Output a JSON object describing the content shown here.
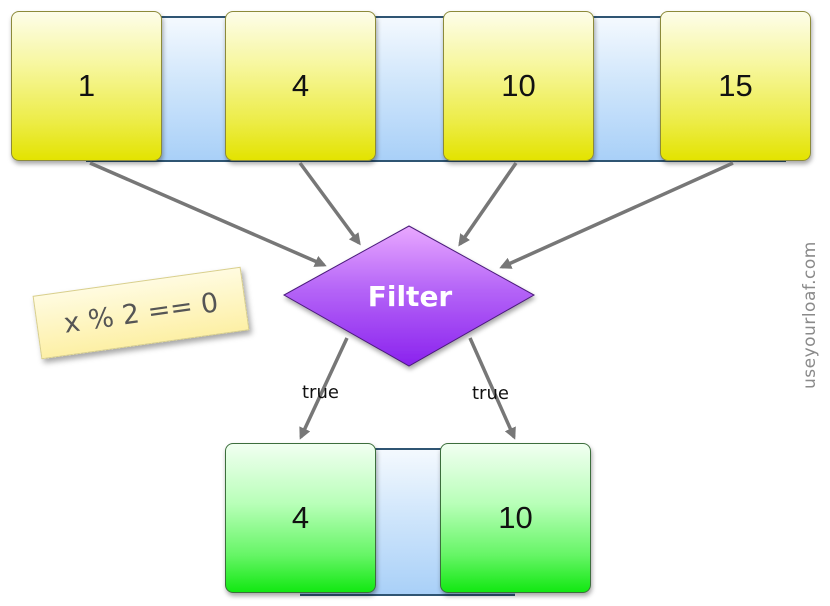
{
  "input_items": [
    "1",
    "4",
    "10",
    "15"
  ],
  "filter": {
    "label": "Filter",
    "condition": "x % 2 == 0"
  },
  "edge_labels": [
    "true",
    "true"
  ],
  "output_items": [
    "4",
    "10"
  ],
  "watermark": "useyourloaf.com",
  "colors": {
    "input_box": "#ecec45",
    "output_box": "#12e812",
    "filter_diamond": "#9b40f0",
    "tray": "#a9d0f8",
    "arrow": "#777777"
  }
}
